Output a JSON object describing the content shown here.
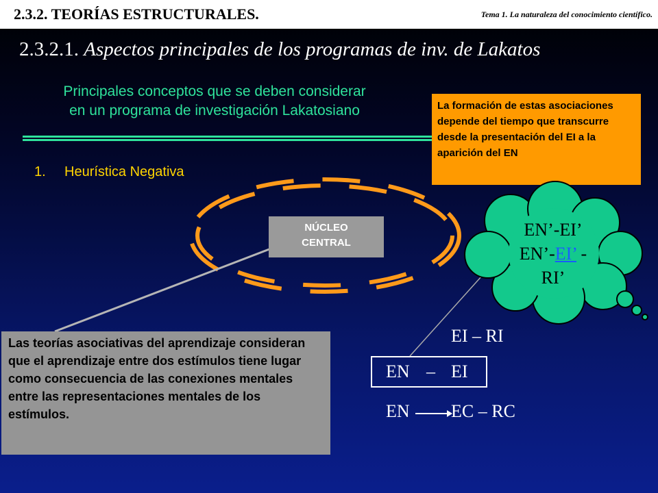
{
  "header": {
    "section_title": "2.3.2. TEORÍAS ESTRUCTURALES.",
    "tema_label": "Tema 1. La naturaleza del conocimiento científico."
  },
  "slide": {
    "heading_number": "2.3.2.1.",
    "heading_text": "Aspectos principales de los programas de inv. de Lakatos",
    "subtitle_line1": "Principales conceptos que se deben considerar",
    "subtitle_line2": "en un programa de investigación Lakatosiano",
    "list_number": "1.",
    "list_item": "Heurística Negativa",
    "nucleo_line1": "NÚCLEO",
    "nucleo_line2": "CENTRAL",
    "orange_note": "La formación de estas asociaciones depende del tiempo que transcurre desde la presentación del EI a la aparición del EN",
    "gray_note": "Las teorías asociativas del aprendizaje consideran que el aprendizaje entre dos estímulos tiene lugar como consecuencia de las conexiones mentales entre las representaciones mentales de los estímulos.",
    "cloud": {
      "line1": "EN’-EI’",
      "line2_prefix": "EN’-",
      "line2_link": "EI’",
      "line2_suffix": " -",
      "line3": "RI’"
    },
    "formulas": {
      "ei_ri": "EI – RI",
      "en_ei_left": "EN",
      "en_ei_dash": "–",
      "en_ei_right": "EI",
      "en": "EN",
      "ec_rc": "EC – RC"
    }
  },
  "colors": {
    "accent_green": "#2fe39c",
    "accent_yellow": "#ffd400",
    "ellipse_orange": "#ff9a1a",
    "note_orange": "#ff9a00",
    "cloud_green": "#13c98c"
  }
}
